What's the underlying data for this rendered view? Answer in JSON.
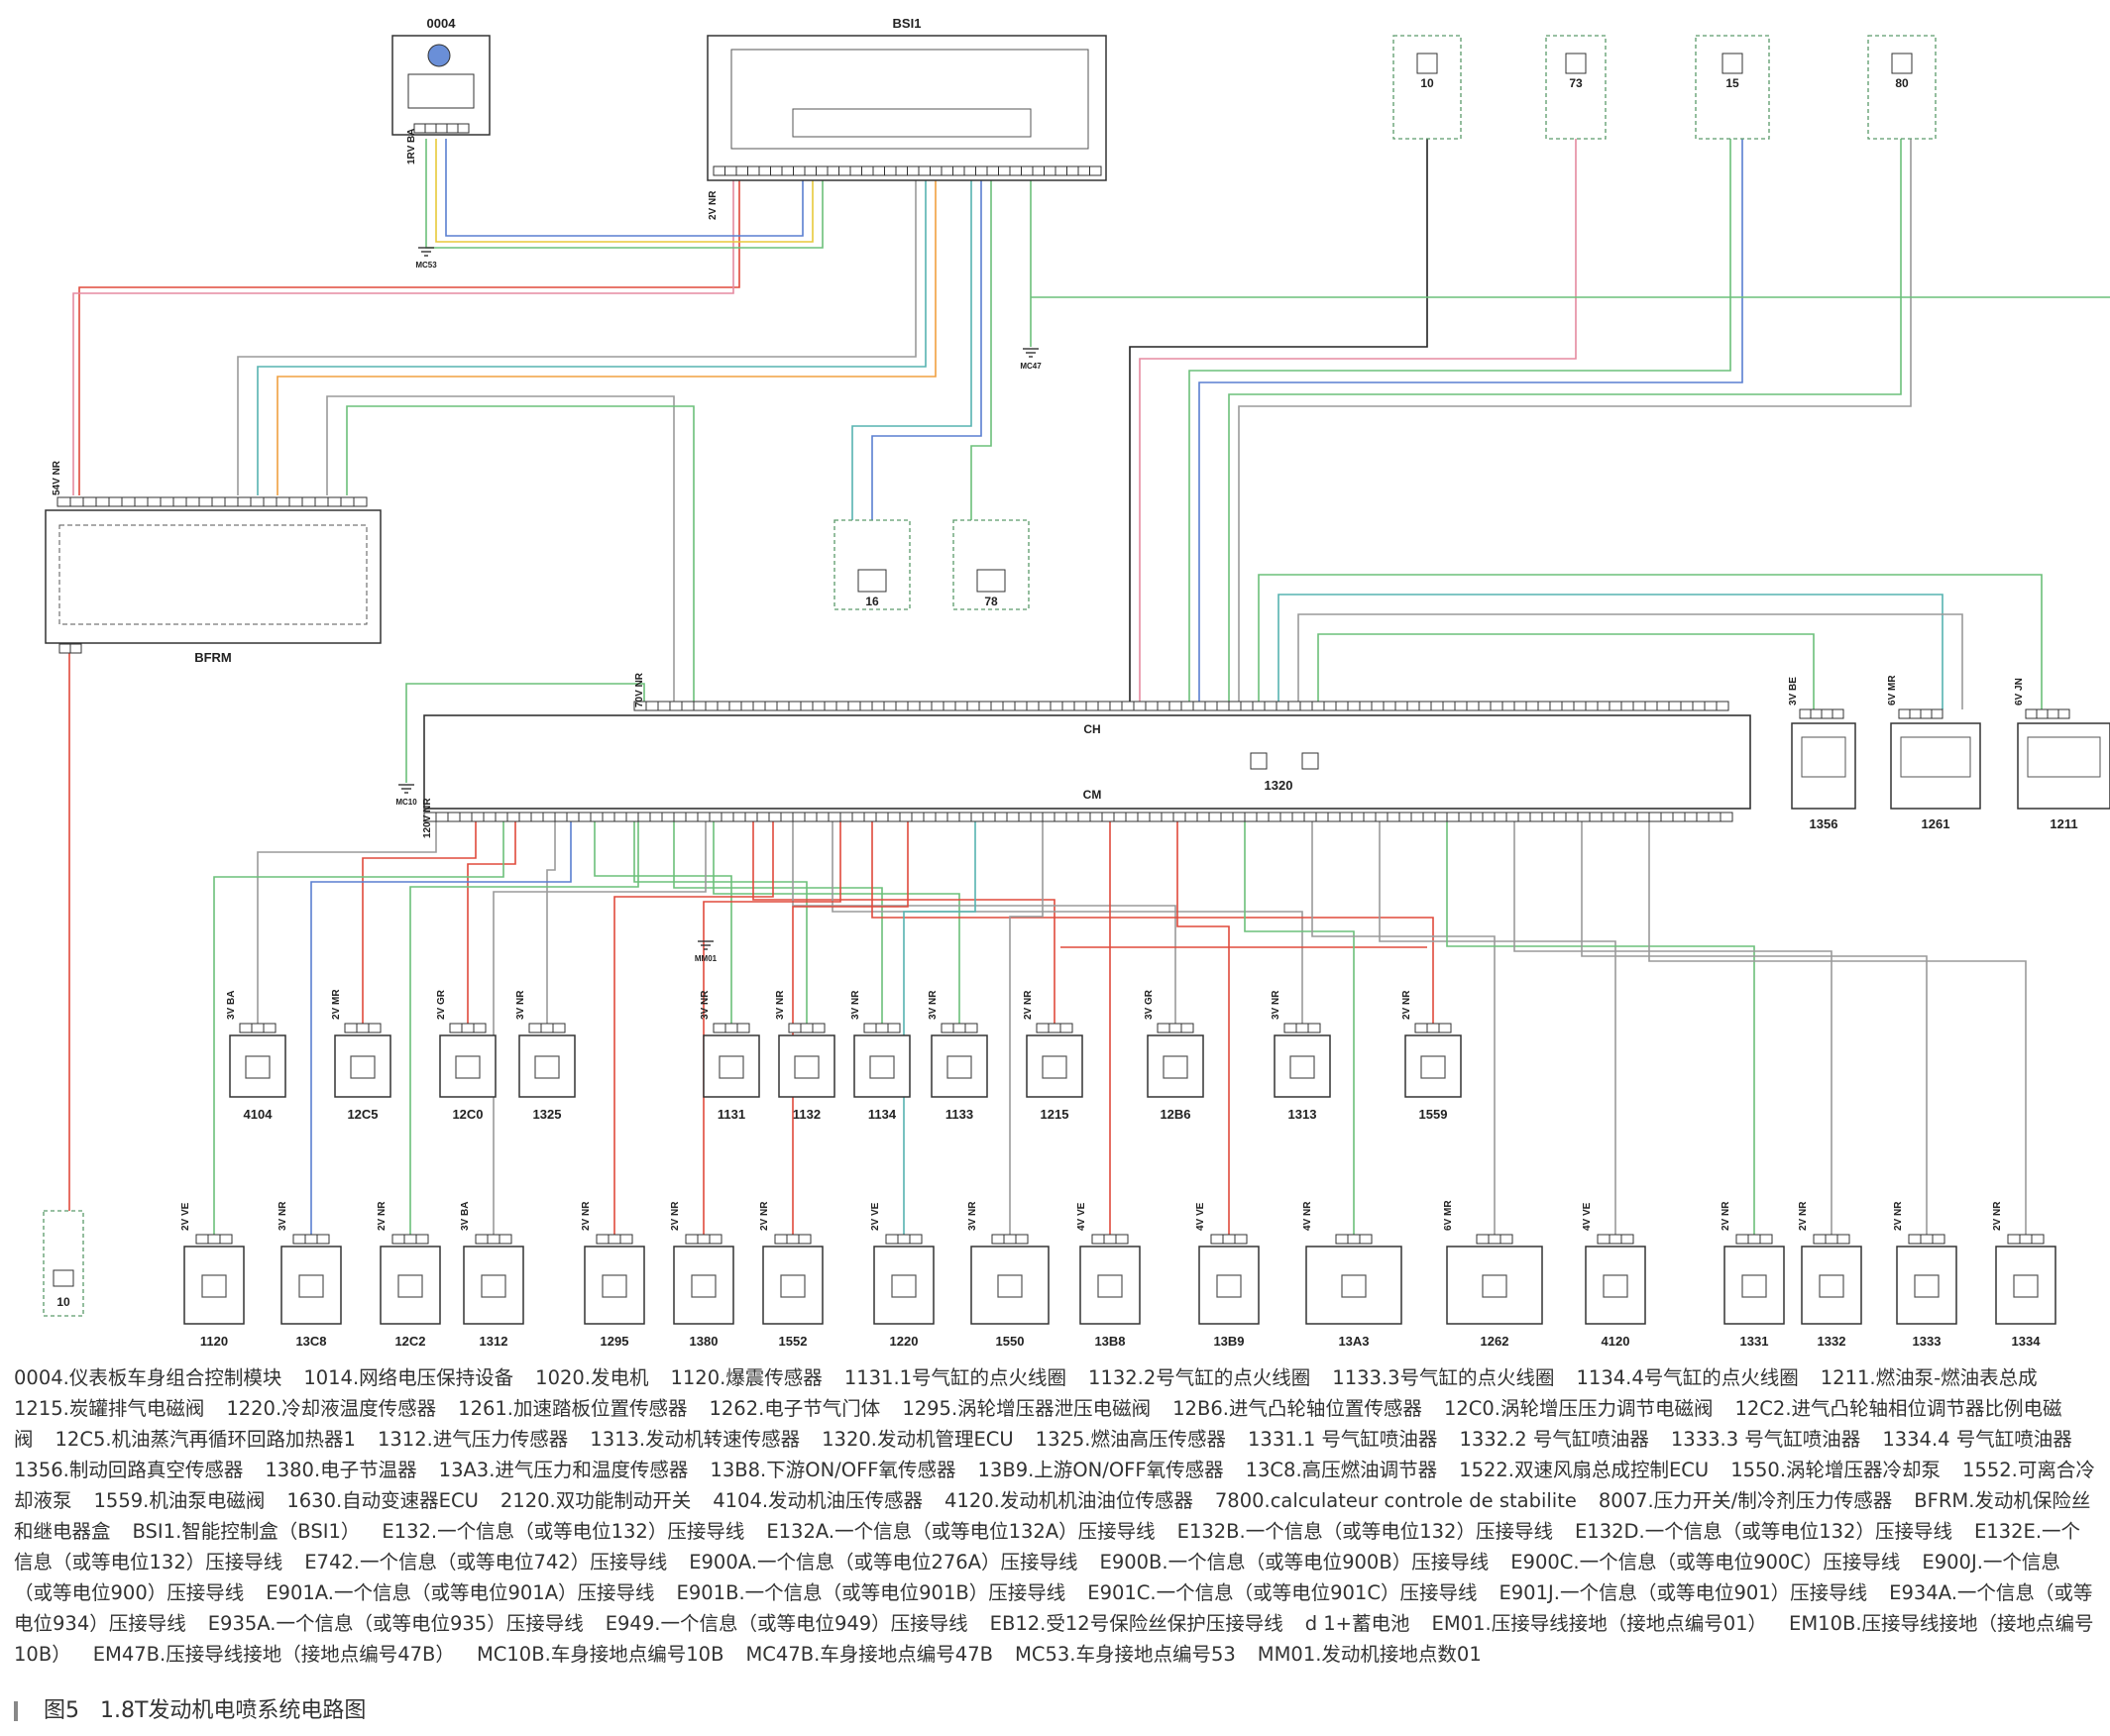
{
  "caption": {
    "figure": "图5",
    "title": "1.8T发动机电喷系统电路图"
  },
  "ecu": {
    "label": "1320",
    "ch": "CH",
    "cm": "CM",
    "top_supply": "70V NR",
    "bottom_supply": "120V NR"
  },
  "blocks": [
    {
      "label": "0004",
      "supply": "1RV BA"
    },
    {
      "label": "BSI1",
      "supply": "2V NR"
    },
    {
      "label": "BFRM",
      "supply": "54V NR"
    },
    {
      "label": "10",
      "supply": ""
    },
    {
      "label": "73",
      "supply": ""
    },
    {
      "label": "15",
      "supply": ""
    },
    {
      "label": "80",
      "supply": ""
    },
    {
      "label": "16",
      "supply": ""
    },
    {
      "label": "78",
      "supply": ""
    },
    {
      "label": "1356",
      "supply": "3V BE"
    },
    {
      "label": "1261",
      "supply": "6V MR"
    },
    {
      "label": "1211",
      "supply": "6V JN"
    }
  ],
  "middle_components": [
    {
      "label": "4104",
      "supply": "3V BA"
    },
    {
      "label": "12C5",
      "supply": "2V MR"
    },
    {
      "label": "12C0",
      "supply": "2V GR"
    },
    {
      "label": "1325",
      "supply": "3V NR"
    },
    {
      "label": "1131",
      "supply": "3V NR"
    },
    {
      "label": "1132",
      "supply": "3V NR"
    },
    {
      "label": "1134",
      "supply": "3V NR"
    },
    {
      "label": "1133",
      "supply": "3V NR"
    },
    {
      "label": "1215",
      "supply": "2V NR"
    },
    {
      "label": "12B6",
      "supply": "3V GR"
    },
    {
      "label": "1313",
      "supply": "3V NR"
    },
    {
      "label": "1559",
      "supply": "2V NR"
    }
  ],
  "bottom_components": [
    {
      "label": "10",
      "supply": ""
    },
    {
      "label": "1120",
      "supply": "2V VE"
    },
    {
      "label": "13C8",
      "supply": "3V NR"
    },
    {
      "label": "12C2",
      "supply": "2V NR"
    },
    {
      "label": "1312",
      "supply": "3V BA"
    },
    {
      "label": "1295",
      "supply": "2V NR"
    },
    {
      "label": "1380",
      "supply": "2V NR"
    },
    {
      "label": "1552",
      "supply": "2V NR"
    },
    {
      "label": "1220",
      "supply": "2V VE"
    },
    {
      "label": "1550",
      "supply": "3V NR"
    },
    {
      "label": "13B8",
      "supply": "4V VE"
    },
    {
      "label": "13B9",
      "supply": "4V VE"
    },
    {
      "label": "13A3",
      "supply": "4V NR"
    },
    {
      "label": "1262",
      "supply": "6V MR"
    },
    {
      "label": "4120",
      "supply": "4V VE"
    },
    {
      "label": "1331",
      "supply": "2V NR"
    },
    {
      "label": "1332",
      "supply": "2V NR"
    },
    {
      "label": "1333",
      "supply": "2V NR"
    },
    {
      "label": "1334",
      "supply": "2V NR"
    }
  ],
  "grounds": [
    "MC53",
    "MC47",
    "MC10",
    "MM01"
  ],
  "wire_colors": {
    "red": "#e04a3c",
    "green": "#6cc07a",
    "yellow": "#e8c93a",
    "blue": "#5a7fd0",
    "black": "#222222",
    "gray": "#9a9a9a",
    "pink": "#e58aa0",
    "orange": "#f0a040",
    "teal": "#56b3b0"
  },
  "legend": [
    "0004.仪表板车身组合控制模块",
    "1014.网络电压保持设备",
    "1020.发电机",
    "1120.爆震传感器",
    "1131.1号气缸的点火线圈",
    "1132.2号气缸的点火线圈",
    "1133.3号气缸的点火线圈",
    "1134.4号气缸的点火线圈",
    "1211.燃油泵-燃油表总成",
    "1215.炭罐排气电磁阀",
    "1220.冷却液温度传感器",
    "1261.加速踏板位置传感器",
    "1262.电子节气门体",
    "1295.涡轮增压器泄压电磁阀",
    "12B6.进气凸轮轴位置传感器",
    "12C0.涡轮增压压力调节电磁阀",
    "12C2.进气凸轮轴相位调节器比例电磁阀",
    "12C5.机油蒸汽再循环回路加热器1",
    "1312.进气压力传感器",
    "1313.发动机转速传感器",
    "1320.发动机管理ECU",
    "1325.燃油高压传感器",
    "1331.1 号气缸喷油器",
    "1332.2 号气缸喷油器",
    "1333.3 号气缸喷油器",
    "1334.4 号气缸喷油器",
    "1356.制动回路真空传感器",
    "1380.电子节温器",
    "13A3.进气压力和温度传感器",
    "13B8.下游ON/OFF氧传感器",
    "13B9.上游ON/OFF氧传感器",
    "13C8.高压燃油调节器",
    "1522.双速风扇总成控制ECU",
    "1550.涡轮增压器冷却泵",
    "1552.可离合冷却液泵",
    "1559.机油泵电磁阀",
    "1630.自动变速器ECU",
    "2120.双功能制动开关",
    "4104.发动机油压传感器",
    "4120.发动机机油油位传感器",
    "7800.calculateur controle de stabilite",
    "8007.压力开关/制冷剂压力传感器",
    "BFRM.发动机保险丝和继电器盒",
    "BSI1.智能控制盒（BSI1）",
    "E132.一个信息（或等电位132）压接导线",
    "E132A.一个信息（或等电位132A）压接导线",
    "E132B.一个信息（或等电位132）压接导线",
    "E132D.一个信息（或等电位132）压接导线",
    "E132E.一个信息（或等电位132）压接导线",
    "E742.一个信息（或等电位742）压接导线",
    "E900A.一个信息（或等电位276A）压接导线",
    "E900B.一个信息（或等电位900B）压接导线",
    "E900C.一个信息（或等电位900C）压接导线",
    "E900J.一个信息（或等电位900）压接导线",
    "E901A.一个信息（或等电位901A）压接导线",
    "E901B.一个信息（或等电位901B）压接导线",
    "E901C.一个信息（或等电位901C）压接导线",
    "E901J.一个信息（或等电位901）压接导线",
    "E934A.一个信息（或等电位934）压接导线",
    "E935A.一个信息（或等电位935）压接导线",
    "E949.一个信息（或等电位949）压接导线",
    "EB12.受12号保险丝保护压接导线",
    "d 1+蓄电池",
    "EM01.压接导线接地（接地点编号01）",
    "EM10B.压接导线接地（接地点编号10B）",
    "EM47B.压接导线接地（接地点编号47B）",
    "MC10B.车身接地点编号10B",
    "MC47B.车身接地点编号47B",
    "MC53.车身接地点编号53",
    "MM01.发动机接地点数01"
  ]
}
